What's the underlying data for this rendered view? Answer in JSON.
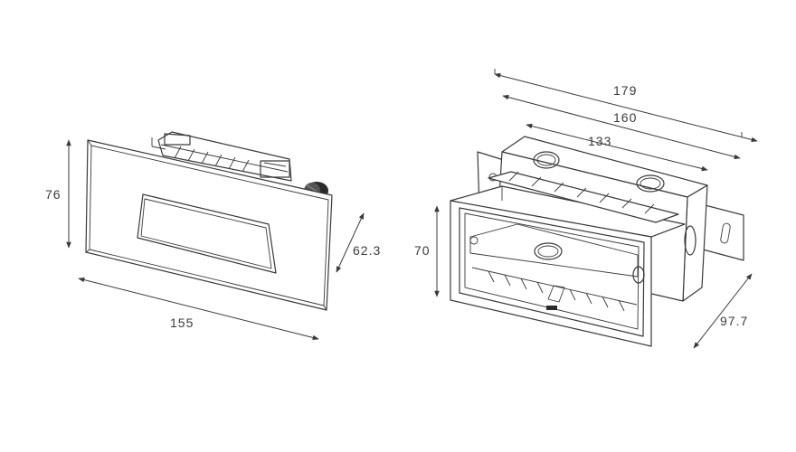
{
  "dimensions": {
    "light_height": "76",
    "light_width": "155",
    "light_depth": "62.3",
    "box_height": "70",
    "box_overall_length": "179",
    "box_flange_length": "160",
    "box_body_length": "133",
    "box_depth": "97.7"
  }
}
